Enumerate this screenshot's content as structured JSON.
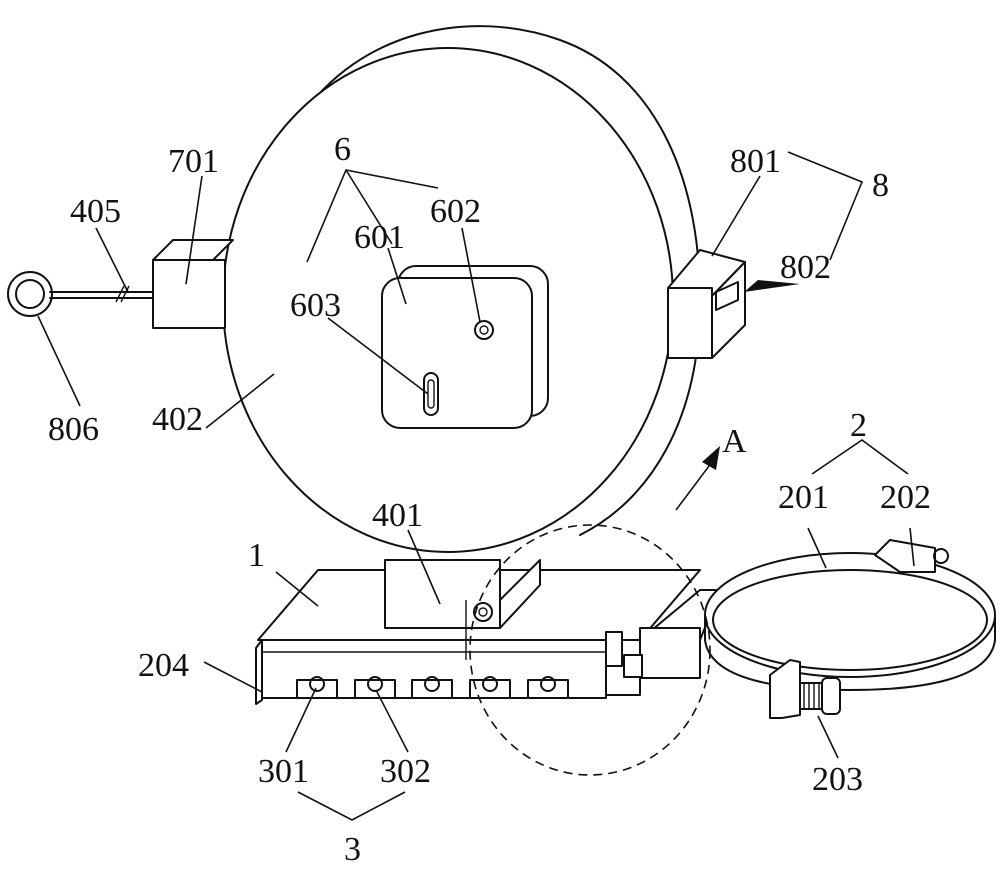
{
  "labels": {
    "n1": "1",
    "n2": "2",
    "n3": "3",
    "n6": "6",
    "n8": "8",
    "n201": "201",
    "n202": "202",
    "n203": "203",
    "n204": "204",
    "n301": "301",
    "n302": "302",
    "n401": "401",
    "n402": "402",
    "n405": "405",
    "n601": "601",
    "n602": "602",
    "n603": "603",
    "n701": "701",
    "n801": "801",
    "n802": "802",
    "n806": "806",
    "detail": "A"
  }
}
